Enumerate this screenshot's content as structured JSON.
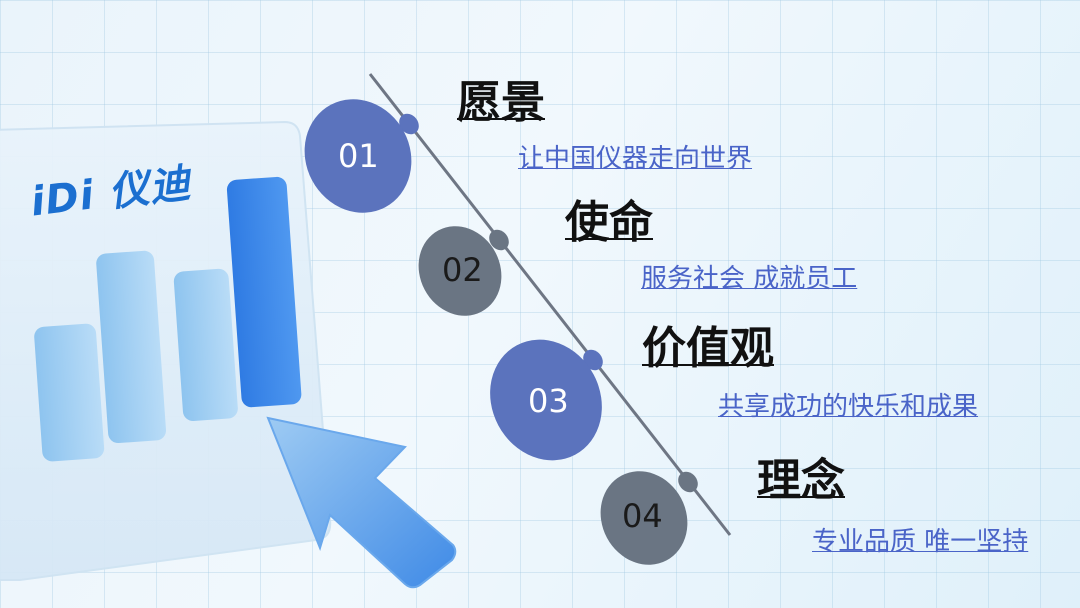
{
  "logo": {
    "text": "iDi 仪迪"
  },
  "items": [
    {
      "number": "01",
      "heading": "愿景",
      "text": "让中国仪器走向世界"
    },
    {
      "number": "02",
      "heading": "使命",
      "text": "服务社会 成就员工"
    },
    {
      "number": "03",
      "heading": "价值观",
      "text": "共享成功的快乐和成果"
    },
    {
      "number": "04",
      "heading": "理念",
      "text": "专业品质 唯一坚持"
    }
  ],
  "colors": {
    "accent": "#1b6fd0",
    "blob_blue": "#5b73bd",
    "blob_grey": "#6a7583",
    "link": "#4a64c8"
  }
}
